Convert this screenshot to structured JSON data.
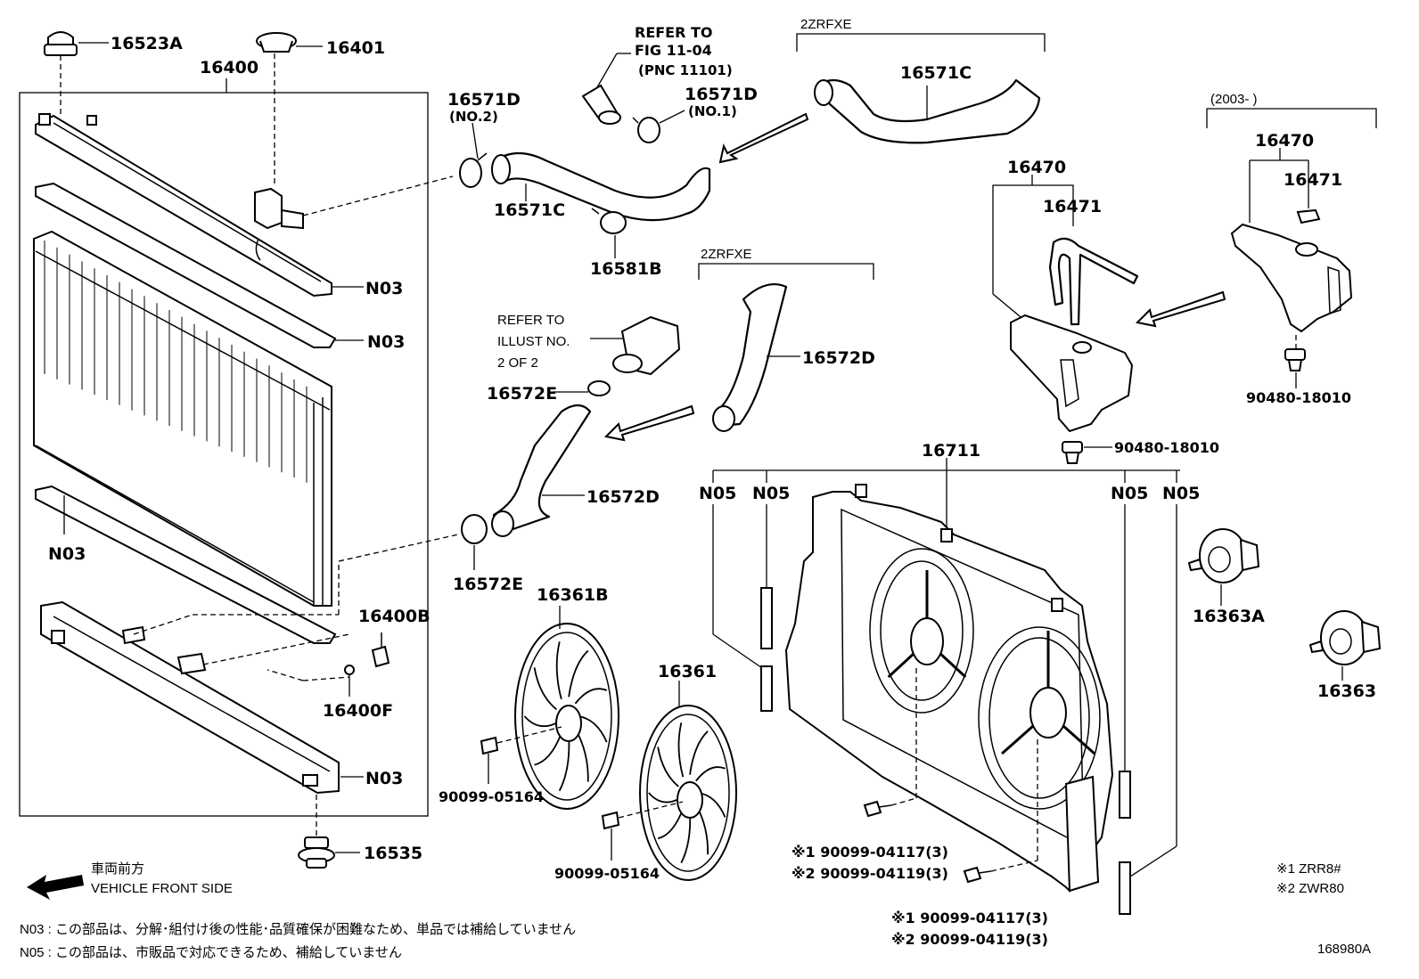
{
  "parts": {
    "p16523A": "16523A",
    "p16401": "16401",
    "p16400": "16400",
    "n03_1": "N03",
    "n03_2": "N03",
    "n03_3": "N03",
    "n03_4": "N03",
    "p16400B": "16400B",
    "p16400F": "16400F",
    "p16535": "16535",
    "p16571D_a": "16571D",
    "no2": "(NO.2)",
    "p16571D_b": "16571D",
    "no1": "(NO.1)",
    "p16571C_a": "16571C",
    "p16571C_b": "16571C",
    "p16581B": "16581B",
    "p16572D_a": "16572D",
    "p16572D_b": "16572D",
    "p16572E_a": "16572E",
    "p16572E_b": "16572E",
    "p16361B": "16361B",
    "p16361": "16361",
    "f05164_a": "90099-05164",
    "f05164_b": "90099-05164",
    "p16470_a": "16470",
    "p16471_a": "16471",
    "p16470_b": "16470",
    "p16471_b": "16471",
    "p18010_a": "90480-18010",
    "p18010_b": "90480-18010",
    "p16711": "16711",
    "n05_1": "N05",
    "n05_2": "N05",
    "n05_3": "N05",
    "n05_4": "N05",
    "p16363A": "16363A",
    "p16363": "16363",
    "b1a": "※1 90099-04117(3)",
    "b1b": "※2 90099-04119(3)",
    "b2a": "※1 90099-04117(3)",
    "b2b": "※2 90099-04119(3)"
  },
  "refs": {
    "ref1_l1": "REFER TO",
    "ref1_l2": "FIG 11-04",
    "ref1_l3": "(PNC 11101)",
    "ref2_l1": "REFER TO",
    "ref2_l2": "ILLUST NO.",
    "ref2_l3": "2 OF 2"
  },
  "headers": {
    "engine_top": "2ZRFXE",
    "engine_mid": "2ZRFXE",
    "year_range": "(2003-        )"
  },
  "legend": {
    "m1": "※1 ZRR8#",
    "m2": "※2 ZWR80"
  },
  "vehicle": {
    "jp": "車両前方",
    "en": "VEHICLE FRONT SIDE"
  },
  "footnotes": {
    "n03": "N03 : この部品は、分解･組付け後の性能･品質確保が困難なため、単品では補給していません",
    "n05": "N05 : この部品は、市販品で対応できるため、補給していません"
  },
  "figure_id": "168980A"
}
